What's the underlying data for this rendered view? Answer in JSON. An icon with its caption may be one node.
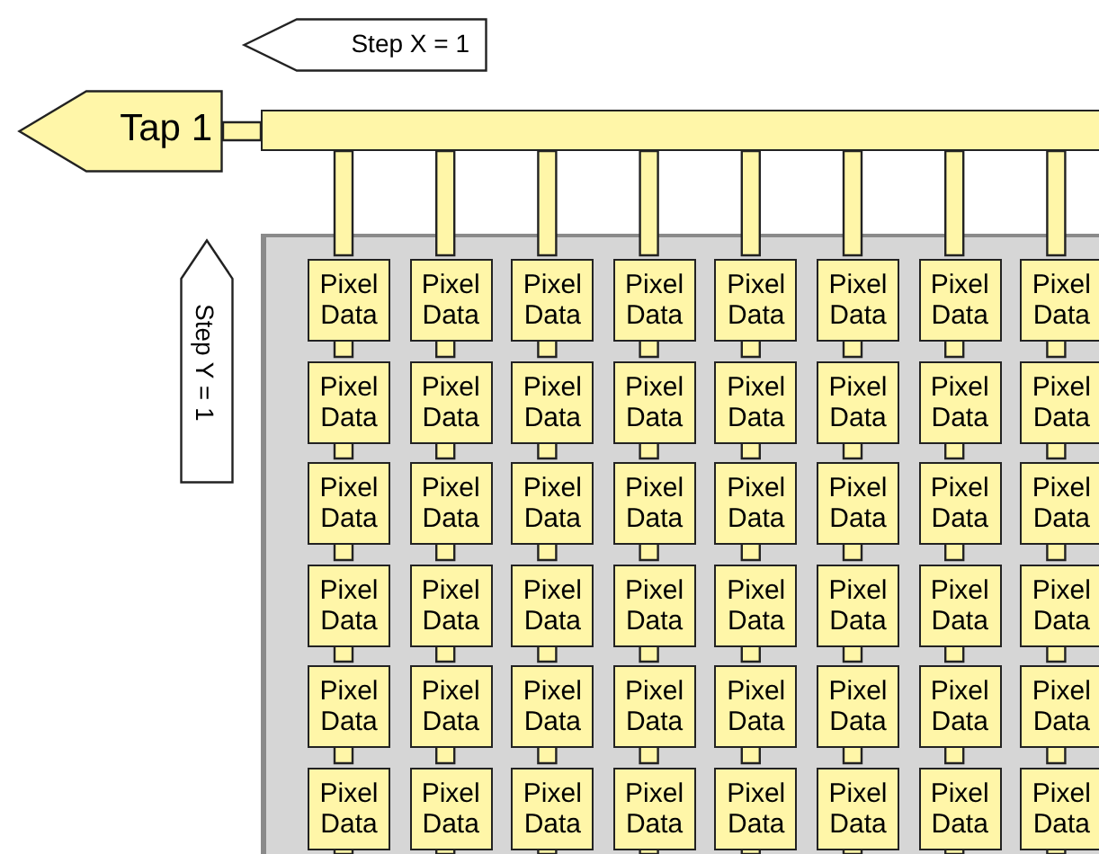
{
  "diagram": {
    "nodes": [
      {
        "text": [
          "Step X = 1"
        ]
      },
      {
        "text": [
          "Tap 1"
        ]
      },
      {
        "text": [],
        "shape": "bar"
      },
      {
        "text": [
          "Step Y = 1"
        ]
      },
      {
        "text": [],
        "shape": "box"
      },
      {
        "text": [
          "Pixel Data"
        ],
        "in": 4
      },
      {
        "text": [
          "Pixel Data"
        ],
        "in": 4
      },
      {
        "text": [
          "Pixel Data"
        ],
        "in": 4
      },
      {
        "text": [
          "Pixel Data"
        ],
        "in": 4
      },
      {
        "text": [
          "Pixel Data"
        ],
        "in": 4
      },
      {
        "text": [
          "Pixel Data"
        ],
        "in": 4
      },
      {
        "text": [
          "Pixel Data"
        ],
        "in": 4
      },
      {
        "text": [
          "Pixel Data"
        ],
        "in": 4
      },
      {
        "text": [
          "Pixel Data"
        ],
        "in": 4
      },
      {
        "text": [
          "Pixel Data"
        ],
        "in": 4
      },
      {
        "text": [
          "Pixel Data"
        ],
        "in": 4
      },
      {
        "text": [
          "Pixel Data"
        ],
        "in": 4
      },
      {
        "text": [
          "Pixel Data"
        ],
        "in": 4
      },
      {
        "text": [
          "Pixel Data"
        ],
        "in": 4
      },
      {
        "text": [
          "Pixel Data"
        ],
        "in": 4
      },
      {
        "text": [
          "Pixel Data"
        ],
        "in": 4
      },
      {
        "text": [
          "Pixel Data"
        ],
        "in": 4
      },
      {
        "text": [
          "Pixel Data"
        ],
        "in": 4
      },
      {
        "text": [
          "Pixel Data"
        ],
        "in": 4
      },
      {
        "text": [
          "Pixel Data"
        ],
        "in": 4
      },
      {
        "text": [
          "Pixel Data"
        ],
        "in": 4
      },
      {
        "text": [
          "Pixel Data"
        ],
        "in": 4
      },
      {
        "text": [
          "Pixel Data"
        ],
        "in": 4
      },
      {
        "text": [
          "Pixel Data"
        ],
        "in": 4
      },
      {
        "text": [
          "Pixel Data"
        ],
        "in": 4
      },
      {
        "text": [
          "Pixel Data"
        ],
        "in": 4
      },
      {
        "text": [
          "Pixel Data"
        ],
        "in": 4
      },
      {
        "text": [
          "Pixel Data"
        ],
        "in": 4
      },
      {
        "text": [
          "Pixel Data"
        ],
        "in": 4
      },
      {
        "text": [
          "Pixel Data"
        ],
        "in": 4
      },
      {
        "text": [
          "Pixel Data"
        ],
        "in": 4
      },
      {
        "text": [
          "Pixel Data"
        ],
        "in": 4
      },
      {
        "text": [
          "Pixel Data"
        ],
        "in": 4
      },
      {
        "text": [
          "Pixel Data"
        ],
        "in": 4
      },
      {
        "text": [
          "Pixel Data"
        ],
        "in": 4
      },
      {
        "text": [
          "Pixel Data"
        ],
        "in": 4
      },
      {
        "text": [
          "Pixel Data"
        ],
        "in": 4
      },
      {
        "text": [
          "Pixel Data"
        ],
        "in": 4
      },
      {
        "text": [
          "Pixel Data"
        ],
        "in": 4
      },
      {
        "text": [
          "Pixel Data"
        ],
        "in": 4
      },
      {
        "text": [
          "Pixel Data"
        ],
        "in": 4
      },
      {
        "text": [
          "Pixel Data"
        ],
        "in": 4
      },
      {
        "text": [
          "Pixel Data"
        ],
        "in": 4
      },
      {
        "text": [
          "Pixel Data"
        ],
        "in": 4
      },
      {
        "text": [
          "Pixel Data"
        ],
        "in": 4
      },
      {
        "text": [
          "Pixel Data"
        ],
        "in": 4
      },
      {
        "text": [
          "Pixel Data"
        ],
        "in": 4
      },
      {
        "text": [
          "Pixel Data"
        ],
        "in": 4
      }
    ],
    "edges": [
      {
        "from": 1,
        "to": 2,
        "arrow": "none"
      },
      {
        "from": 2,
        "to": 5,
        "arrow": "none"
      },
      {
        "from": 2,
        "to": 6,
        "arrow": "none"
      },
      {
        "from": 2,
        "to": 7,
        "arrow": "none"
      },
      {
        "from": 2,
        "to": 8,
        "arrow": "none"
      },
      {
        "from": 2,
        "to": 9,
        "arrow": "none"
      },
      {
        "from": 2,
        "to": 10,
        "arrow": "none"
      },
      {
        "from": 2,
        "to": 11,
        "arrow": "none"
      },
      {
        "from": 2,
        "to": 12,
        "arrow": "none"
      },
      {
        "from": 5,
        "to": 13,
        "arrow": "none"
      },
      {
        "from": 6,
        "to": 14,
        "arrow": "none"
      },
      {
        "from": 7,
        "to": 15,
        "arrow": "none"
      },
      {
        "from": 8,
        "to": 16,
        "arrow": "none"
      },
      {
        "from": 9,
        "to": 17,
        "arrow": "none"
      },
      {
        "from": 10,
        "to": 18,
        "arrow": "none"
      },
      {
        "from": 11,
        "to": 19,
        "arrow": "none"
      },
      {
        "from": 12,
        "to": 20,
        "arrow": "none"
      },
      {
        "from": 13,
        "to": 21,
        "arrow": "none"
      },
      {
        "from": 14,
        "to": 22,
        "arrow": "none"
      },
      {
        "from": 15,
        "to": 23,
        "arrow": "none"
      },
      {
        "from": 16,
        "to": 24,
        "arrow": "none"
      },
      {
        "from": 17,
        "to": 25,
        "arrow": "none"
      },
      {
        "from": 18,
        "to": 26,
        "arrow": "none"
      },
      {
        "from": 19,
        "to": 27,
        "arrow": "none"
      },
      {
        "from": 20,
        "to": 28,
        "arrow": "none"
      },
      {
        "from": 21,
        "to": 29,
        "arrow": "none"
      },
      {
        "from": 22,
        "to": 30,
        "arrow": "none"
      },
      {
        "from": 23,
        "to": 31,
        "arrow": "none"
      },
      {
        "from": 24,
        "to": 32,
        "arrow": "none"
      },
      {
        "from": 25,
        "to": 33,
        "arrow": "none"
      },
      {
        "from": 26,
        "to": 34,
        "arrow": "none"
      },
      {
        "from": 27,
        "to": 35,
        "arrow": "none"
      },
      {
        "from": 28,
        "to": 36,
        "arrow": "none"
      },
      {
        "from": 29,
        "to": 37,
        "arrow": "none"
      },
      {
        "from": 30,
        "to": 38,
        "arrow": "none"
      },
      {
        "from": 31,
        "to": 39,
        "arrow": "none"
      },
      {
        "from": 32,
        "to": 40,
        "arrow": "none"
      },
      {
        "from": 33,
        "to": 41,
        "arrow": "none"
      },
      {
        "from": 34,
        "to": 42,
        "arrow": "none"
      },
      {
        "from": 35,
        "to": 43,
        "arrow": "none"
      },
      {
        "from": 36,
        "to": 44,
        "arrow": "none"
      },
      {
        "from": 37,
        "to": 45,
        "arrow": "none"
      },
      {
        "from": 38,
        "to": 46,
        "arrow": "none"
      },
      {
        "from": 39,
        "to": 47,
        "arrow": "none"
      },
      {
        "from": 40,
        "to": 48,
        "arrow": "none"
      },
      {
        "from": 41,
        "to": 49,
        "arrow": "none"
      },
      {
        "from": 42,
        "to": 50,
        "arrow": "none"
      },
      {
        "from": 43,
        "to": 51,
        "arrow": "none"
      },
      {
        "from": 44,
        "to": 52,
        "arrow": "none"
      },
      {
        "from": 45,
        "to": null,
        "arrow": "none"
      },
      {
        "from": 46,
        "to": null,
        "arrow": "none"
      },
      {
        "from": 47,
        "to": null,
        "arrow": "none"
      },
      {
        "from": 48,
        "to": null,
        "arrow": "none"
      },
      {
        "from": 49,
        "to": null,
        "arrow": "none"
      },
      {
        "from": 50,
        "to": null,
        "arrow": "none"
      },
      {
        "from": 51,
        "to": null,
        "arrow": "none"
      },
      {
        "from": 52,
        "to": null,
        "arrow": "none"
      }
    ]
  }
}
